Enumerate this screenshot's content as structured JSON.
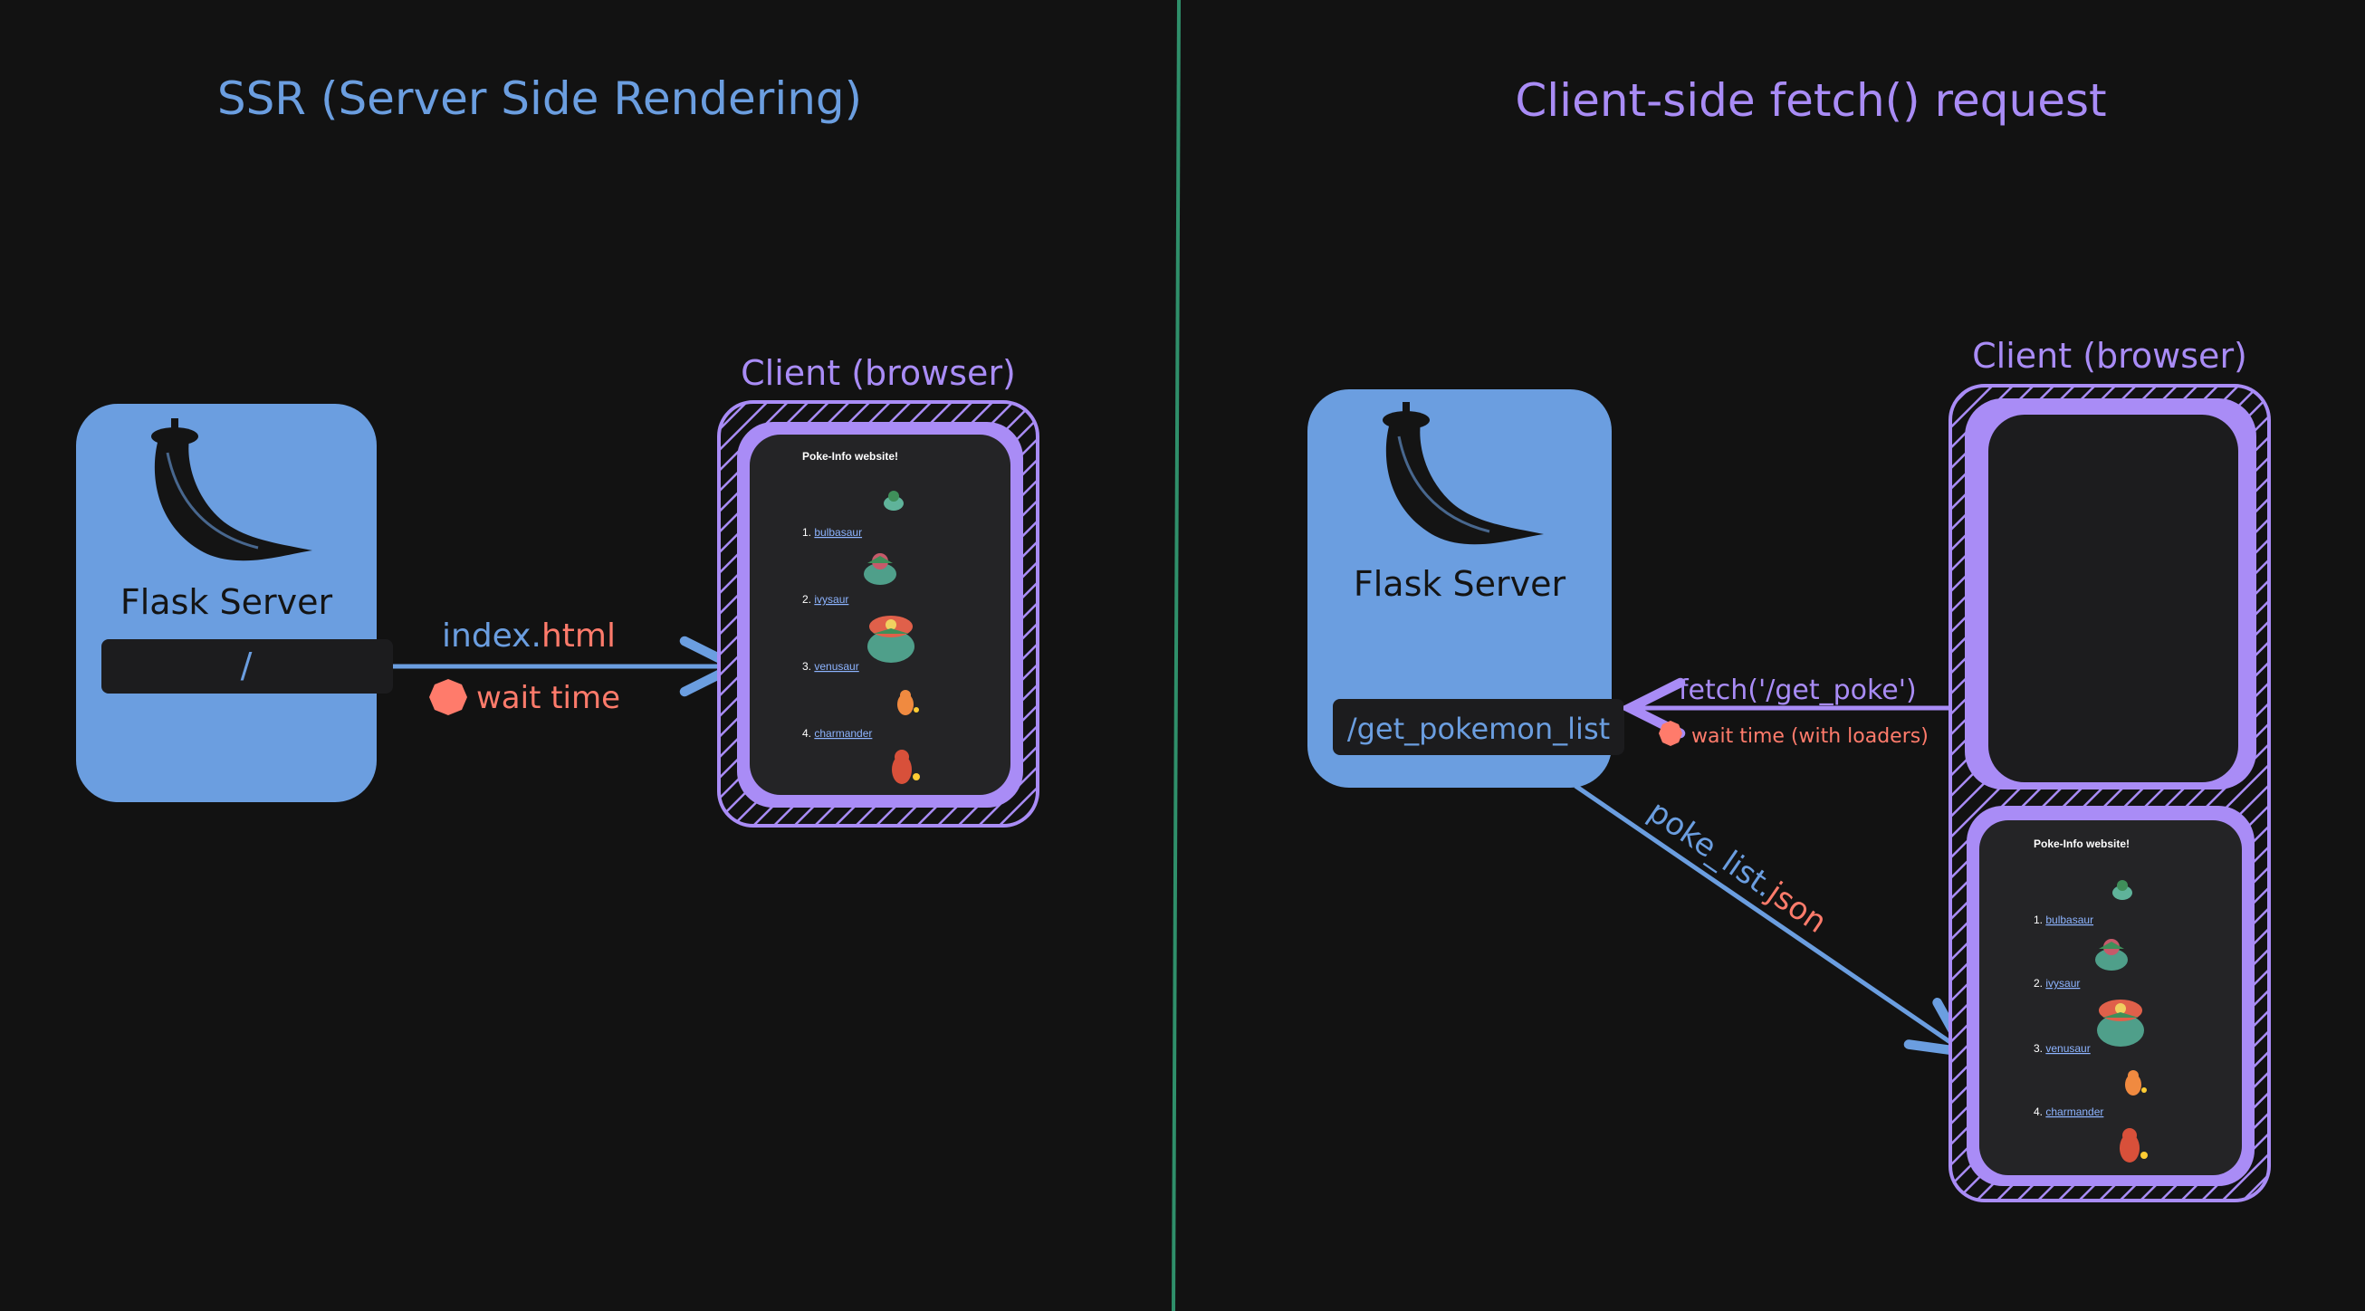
{
  "colors": {
    "background": "#121212",
    "divider": "#2f8f6a",
    "blue": "#6b9ee0",
    "blue_text": "#6b9ee0",
    "purple": "#a98cf6",
    "salmon": "#ff7b6b",
    "dark_box": "#1c1c1e",
    "server_text": "#141414"
  },
  "ssr": {
    "title": "SSR (Server Side Rendering)",
    "server_label": "Flask Server",
    "route": "/",
    "arrow_label_part1": "index.",
    "arrow_label_part2": "html",
    "wait_label": "wait time",
    "client_label": "Client (browser)",
    "mini_page": {
      "title": "Poke-Info website!",
      "items": [
        {
          "num": "1.",
          "name": "bulbasaur"
        },
        {
          "num": "2.",
          "name": "ivysaur"
        },
        {
          "num": "3.",
          "name": "venusaur"
        },
        {
          "num": "4.",
          "name": "charmander"
        }
      ]
    }
  },
  "csr": {
    "title": "Client-side fetch() request",
    "server_label": "Flask Server",
    "route": "/get_pokemon_list",
    "fetch_label": "fetch('/get_poke')",
    "wait_label": "wait time (with loaders)",
    "json_label_part1": "poke_list.",
    "json_label_part2": "json",
    "client_label": "Client (browser)",
    "mini_page": {
      "title": "Poke-Info website!",
      "items": [
        {
          "num": "1.",
          "name": "bulbasaur"
        },
        {
          "num": "2.",
          "name": "ivysaur"
        },
        {
          "num": "3.",
          "name": "venusaur"
        },
        {
          "num": "4.",
          "name": "charmander"
        }
      ]
    }
  }
}
